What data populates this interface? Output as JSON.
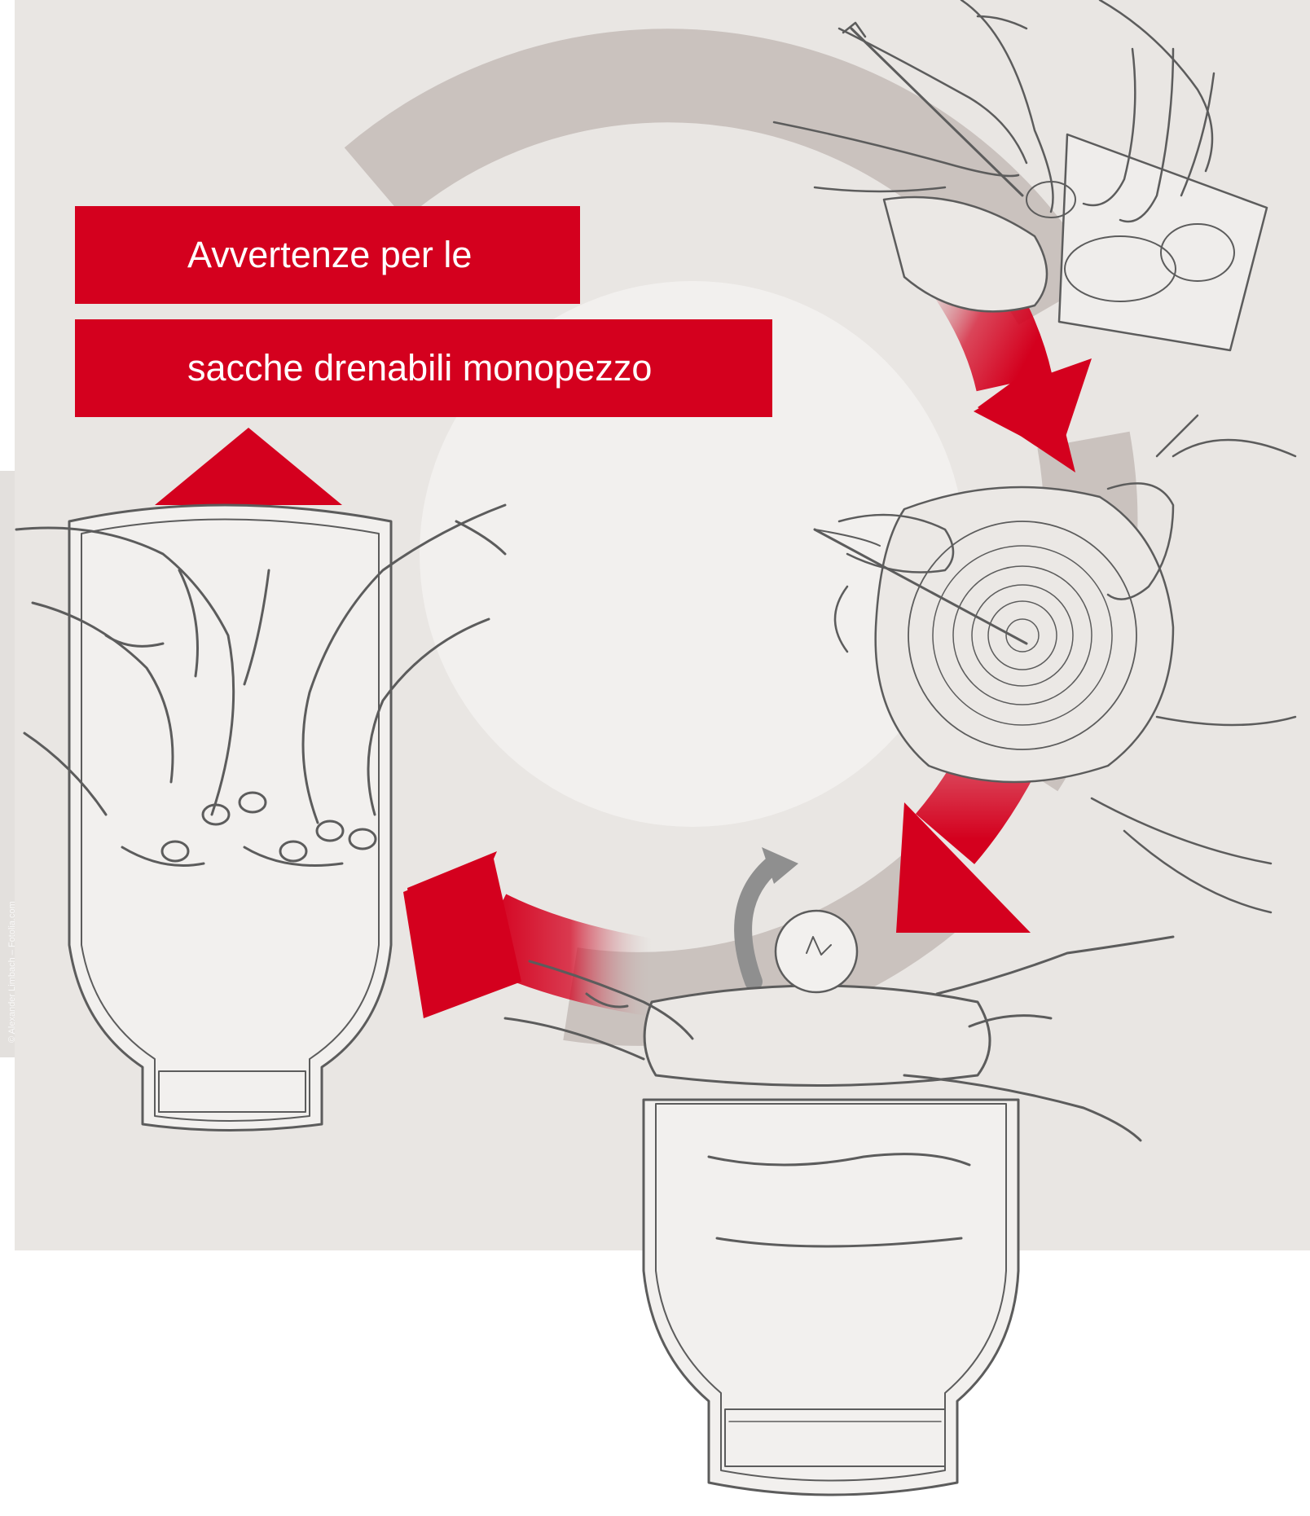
{
  "title": {
    "line1": "Avvertenze per le",
    "line2": "sacche drenabili monopezzo"
  },
  "credit": "© Alexander Limbach – Fotolia.com",
  "colors": {
    "accent": "#d4001e",
    "panel": "#e9e6e3",
    "cycle": "#c4bbb7",
    "line_art": "#5c5c5c"
  },
  "steps": [
    {
      "name": "measure-and-mark-template"
    },
    {
      "name": "cut-opening-in-baseplate"
    },
    {
      "name": "apply-pouch-over-stoma"
    },
    {
      "name": "press-pouch-onto-skin"
    }
  ]
}
